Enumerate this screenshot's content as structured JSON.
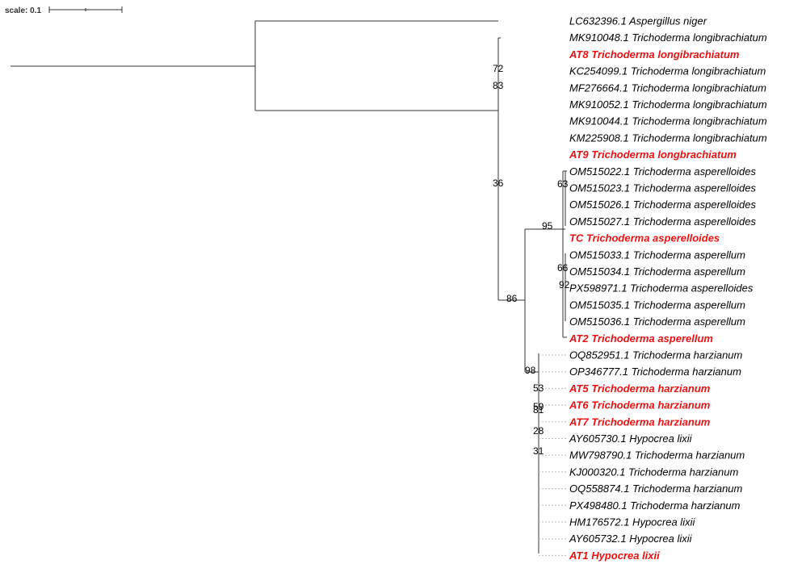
{
  "scale": {
    "label": "scale: 0.1"
  },
  "highlight_color": "#ee1111",
  "tree": {
    "leaves": [
      {
        "label": "LC632396.1 Aspergillus niger",
        "highlight": false
      },
      {
        "label": "MK910048.1 Trichoderma longibrachiatum",
        "highlight": false
      },
      {
        "label": "AT8 Trichoderma longibrachiatum",
        "highlight": true
      },
      {
        "label": "KC254099.1 Trichoderma longibrachiatum",
        "highlight": false
      },
      {
        "label": "MF276664.1 Trichoderma longibrachiatum",
        "highlight": false
      },
      {
        "label": "MK910052.1 Trichoderma longibrachiatum",
        "highlight": false
      },
      {
        "label": "MK910044.1 Trichoderma longibrachiatum",
        "highlight": false
      },
      {
        "label": "KM225908.1 Trichoderma longibrachiatum",
        "highlight": false
      },
      {
        "label": "AT9 Trichoderma longbrachiatum",
        "highlight": true
      },
      {
        "label": "OM515022.1 Trichoderma asperelloides",
        "highlight": false
      },
      {
        "label": "OM515023.1 Trichoderma asperelloides",
        "highlight": false
      },
      {
        "label": "OM515026.1 Trichoderma asperelloides",
        "highlight": false
      },
      {
        "label": "OM515027.1 Trichoderma asperelloides",
        "highlight": false
      },
      {
        "label": "TC Trichoderma asperelloides",
        "highlight": true
      },
      {
        "label": "OM515033.1 Trichoderma asperellum",
        "highlight": false
      },
      {
        "label": "OM515034.1 Trichoderma asperellum",
        "highlight": false
      },
      {
        "label": "PX598971.1 Trichoderma asperelloides",
        "highlight": false
      },
      {
        "label": "OM515035.1 Trichoderma asperellum",
        "highlight": false
      },
      {
        "label": "OM515036.1 Trichoderma asperellum",
        "highlight": false
      },
      {
        "label": "AT2 Trichoderma asperellum",
        "highlight": true
      },
      {
        "label": "OQ852951.1 Trichoderma harzianum",
        "highlight": false
      },
      {
        "label": "OP346777.1 Trichoderma harzianum",
        "highlight": false
      },
      {
        "label": "AT5 Trichoderma harzianum",
        "highlight": true
      },
      {
        "label": "AT6 Trichoderma harzianum",
        "highlight": true
      },
      {
        "label": "AT7 Trichoderma harzianum",
        "highlight": true
      },
      {
        "label": "AY605730.1 Hypocrea lixii",
        "highlight": false
      },
      {
        "label": "MW798790.1 Trichoderma harzianum",
        "highlight": false
      },
      {
        "label": "KJ000320.1 Trichoderma harzianum",
        "highlight": false
      },
      {
        "label": "OQ558874.1 Trichoderma harzianum",
        "highlight": false
      },
      {
        "label": "PX498480.1 Trichoderma harzianum",
        "highlight": false
      },
      {
        "label": "HM176572.1 Hypocrea lixii",
        "highlight": false
      },
      {
        "label": "AY605732.1 Hypocrea lixii",
        "highlight": false
      },
      {
        "label": "AT1 Hypocrea lixii",
        "highlight": true
      }
    ],
    "bootstrap": [
      {
        "id": "n72",
        "value": "72"
      },
      {
        "id": "n83",
        "value": "83"
      },
      {
        "id": "n36",
        "value": "36"
      },
      {
        "id": "n63",
        "value": "63"
      },
      {
        "id": "n95",
        "value": "95"
      },
      {
        "id": "n66",
        "value": "66"
      },
      {
        "id": "n92",
        "value": "92"
      },
      {
        "id": "n86",
        "value": "86"
      },
      {
        "id": "n98",
        "value": "98"
      },
      {
        "id": "n53",
        "value": "53"
      },
      {
        "id": "n59",
        "value": "59"
      },
      {
        "id": "n81",
        "value": "81"
      },
      {
        "id": "n28",
        "value": "28"
      },
      {
        "id": "n31",
        "value": "31"
      }
    ]
  }
}
